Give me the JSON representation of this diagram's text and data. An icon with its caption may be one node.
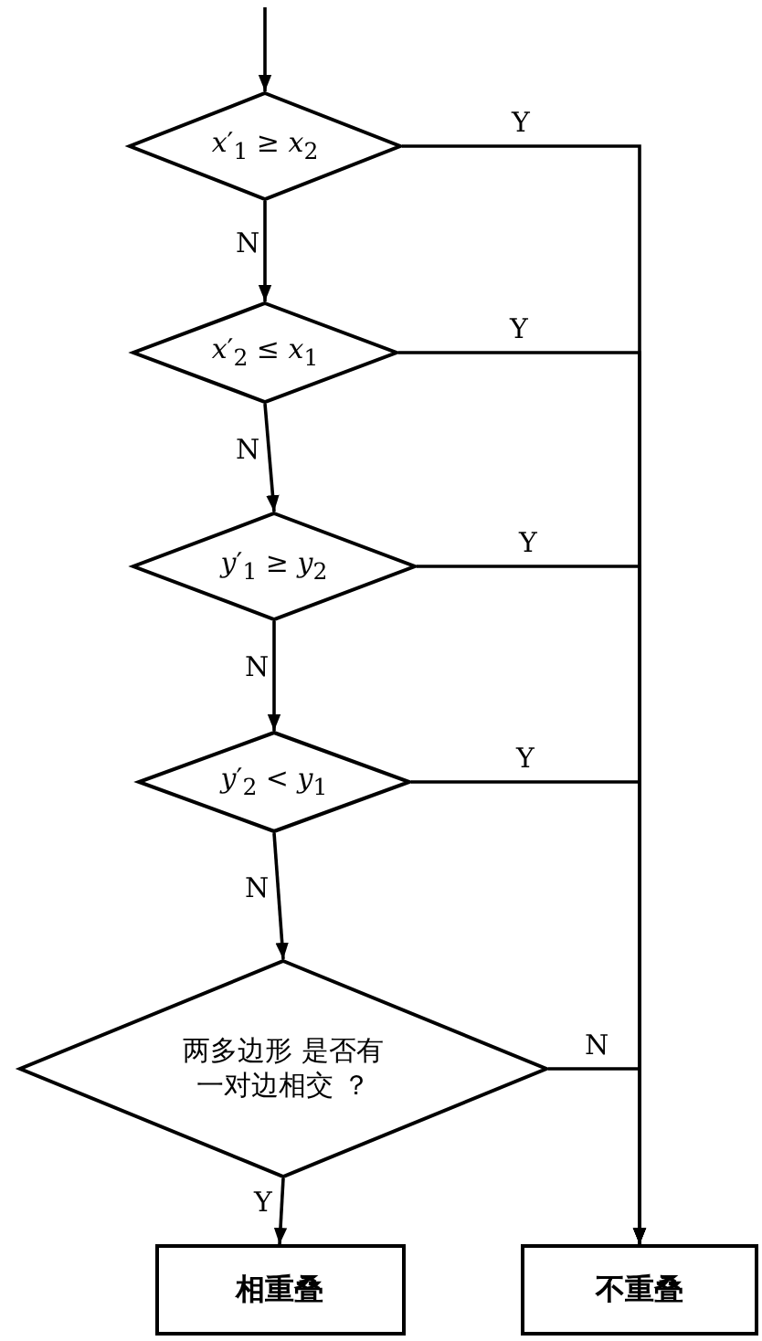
{
  "diagram": {
    "nodes": [
      {
        "text": [
          "*x*′$_{1}$ ≥ *x*$_{2}$"
        ]
      },
      {
        "text": [
          "*x*′$_{2}$ ≤ *x*$_{1}$"
        ]
      },
      {
        "text": [
          "*y*′$_{1}$ ≥ *y*$_{2}$"
        ]
      },
      {
        "text": [
          "*y*′$_{2}$ < *y*$_{1}$"
        ]
      },
      {
        "text": [
          "两多边形 是否有一对边相交 ？"
        ]
      },
      {
        "text": [
          "相重叠"
        ]
      },
      {
        "text": [
          "不重叠"
        ]
      }
    ],
    "edges": [
      {
        "from": null,
        "to": 0,
        "arrow": "to"
      },
      {
        "from": 0,
        "to": 1,
        "arrow": "to",
        "label": "N"
      },
      {
        "from": 0,
        "to": 6,
        "arrow": "to",
        "label": "Y"
      },
      {
        "from": 1,
        "to": 2,
        "arrow": "to",
        "label": "N"
      },
      {
        "from": 1,
        "to": 6,
        "arrow": "to",
        "label": "Y"
      },
      {
        "from": 2,
        "to": 3,
        "arrow": "to",
        "label": "N"
      },
      {
        "from": 2,
        "to": 6,
        "arrow": "to",
        "label": "Y"
      },
      {
        "from": 3,
        "to": 4,
        "arrow": "to",
        "label": "N"
      },
      {
        "from": 3,
        "to": 6,
        "arrow": "to",
        "label": "Y"
      },
      {
        "from": 4,
        "to": 6,
        "arrow": "to",
        "label": "N"
      },
      {
        "from": 4,
        "to": 5,
        "arrow": "to",
        "label": "Y"
      }
    ]
  }
}
